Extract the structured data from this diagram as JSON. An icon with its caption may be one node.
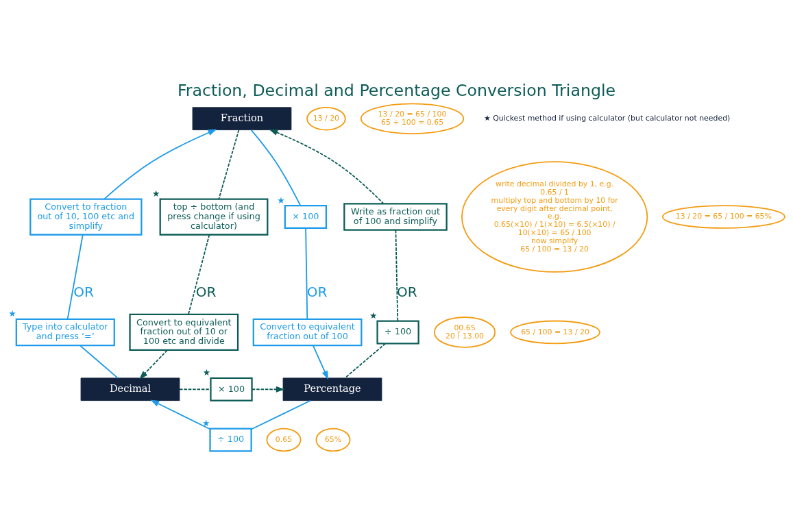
{
  "diagram": {
    "title": "Fraction, Decimal and Percentage Conversion Triangle",
    "nodes": [
      {
        "text": [
          "Fraction"
        ]
      },
      {
        "text": [
          "Decimal"
        ]
      },
      {
        "text": [
          "Percentage"
        ]
      },
      {
        "text": [
          "Convert to fraction out of 10, 100 etc and simplify"
        ]
      },
      {
        "text": [
          "Type into calculator and press ‘=’"
        ],
        "beside": [
          "★"
        ]
      },
      {
        "text": [
          "top ÷ bottom (and press change if using calculator)"
        ],
        "beside": [
          "★"
        ]
      },
      {
        "text": [
          "Convert to equivalent fraction out of 10 or 100 etc and divide"
        ]
      },
      {
        "text": [
          "× 100"
        ],
        "beside": [
          "★"
        ]
      },
      {
        "text": [
          "Convert to equivalent fraction out of 100"
        ]
      },
      {
        "text": [
          "Write as fraction out of 100 and simplify"
        ]
      },
      {
        "text": [
          "÷ 100"
        ],
        "beside": [
          "★"
        ]
      },
      {
        "text": [
          "× 100"
        ],
        "beside": [
          "★"
        ]
      },
      {
        "text": [
          "÷ 100"
        ],
        "beside": [
          "★"
        ]
      },
      {
        "text": [
          "write decimal divided by 1, e.g.",
          "0.65 / 1",
          "multiply top and bottom by 10 for every digit after decimal point, e.g.",
          "0.65(×10) / 1(×10) = 6.5(×10) / 10(×10) = 65 / 100",
          "now simplify",
          "65 / 100 = 13 / 20"
        ]
      },
      {
        "text": [
          "13 / 20"
        ]
      },
      {
        "text": [
          "13 / 20 = 65 / 100 = 65%"
        ]
      },
      {
        "text": [
          "00.65",
          "20 ⟌ 13.00"
        ]
      },
      {
        "text": [
          "13 / 20 = 65 / 100",
          "65 ÷ 100 = 0.65"
        ]
      },
      {
        "text": [
          "65 / 100 = 13 / 20"
        ]
      },
      {
        "text": [
          "0.65"
        ]
      },
      {
        "text": [
          "65%"
        ]
      }
    ],
    "edges": [
      {
        "from": 1,
        "to": 4,
        "arrow": "none",
        "color": "#1e9be9"
      },
      {
        "from": 4,
        "to": 3,
        "arrow": "none",
        "label": "OR",
        "color": "#1e9be9"
      },
      {
        "from": 3,
        "to": 0,
        "arrow": "to",
        "color": "#1e9be9"
      },
      {
        "from": 0,
        "to": 5,
        "arrow": "none",
        "style": "dashed",
        "color": "#0d5c57"
      },
      {
        "from": 5,
        "to": 6,
        "arrow": "none",
        "label": "OR",
        "style": "dashed",
        "color": "#0d5c57"
      },
      {
        "from": 6,
        "to": 1,
        "arrow": "to",
        "style": "dashed",
        "color": "#0d5c57"
      },
      {
        "from": 0,
        "to": 7,
        "arrow": "none",
        "color": "#1e9be9"
      },
      {
        "from": 7,
        "to": 8,
        "arrow": "none",
        "label": "OR",
        "color": "#1e9be9"
      },
      {
        "from": 8,
        "to": 2,
        "arrow": "to",
        "color": "#1e9be9"
      },
      {
        "from": 2,
        "to": 10,
        "arrow": "none",
        "style": "dashed",
        "color": "#0d5c57"
      },
      {
        "from": 10,
        "to": 9,
        "arrow": "none",
        "label": "OR",
        "style": "dashed",
        "color": "#0d5c57"
      },
      {
        "from": 9,
        "to": 0,
        "arrow": "to",
        "style": "dashed",
        "color": "#0d5c57"
      },
      {
        "from": 1,
        "to": 11,
        "arrow": "none",
        "style": "dashed",
        "color": "#0d5c57"
      },
      {
        "from": 11,
        "to": 2,
        "arrow": "to",
        "style": "dashed",
        "color": "#0d5c57"
      },
      {
        "from": 2,
        "to": 12,
        "arrow": "none",
        "color": "#1e9be9"
      },
      {
        "from": 12,
        "to": 1,
        "arrow": "to",
        "color": "#1e9be9"
      }
    ],
    "legend": [
      {
        "text": "★ Quickest method if using calculator (but calculator not needed)"
      }
    ]
  }
}
